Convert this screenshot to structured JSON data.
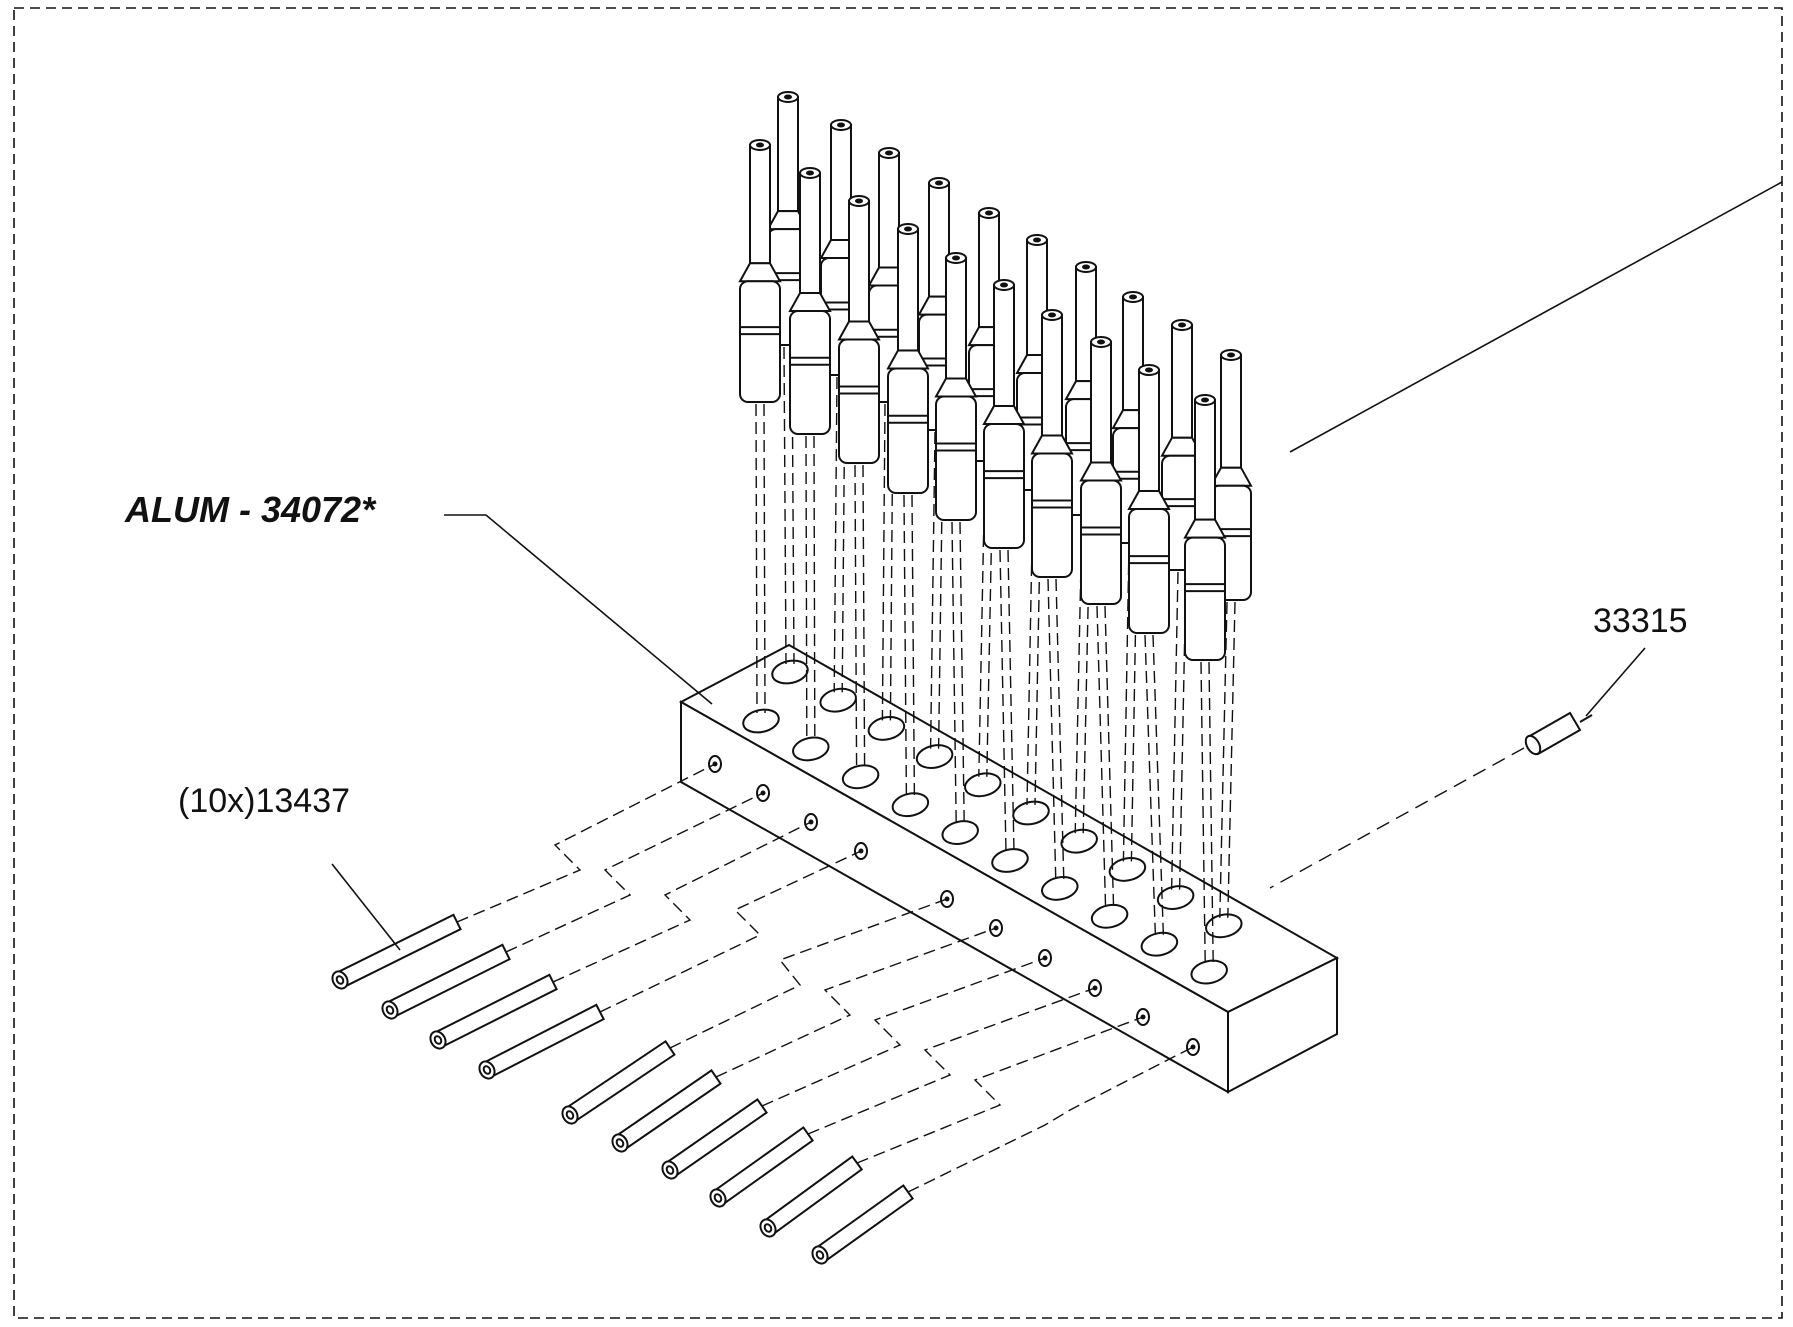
{
  "drawing": {
    "labels": {
      "block_part": "ALUM - 34072*",
      "pin_part": "(10x)13437",
      "small_pin_part": "33315"
    }
  },
  "parts": {
    "bushings": {
      "count": 20,
      "rows": 2
    },
    "block_holes": {
      "count": 20,
      "rows": 2
    },
    "pins": {
      "count": 10
    },
    "side_holes": {
      "count": 10
    }
  },
  "colors": {
    "line": "#111111",
    "background": "#ffffff"
  }
}
